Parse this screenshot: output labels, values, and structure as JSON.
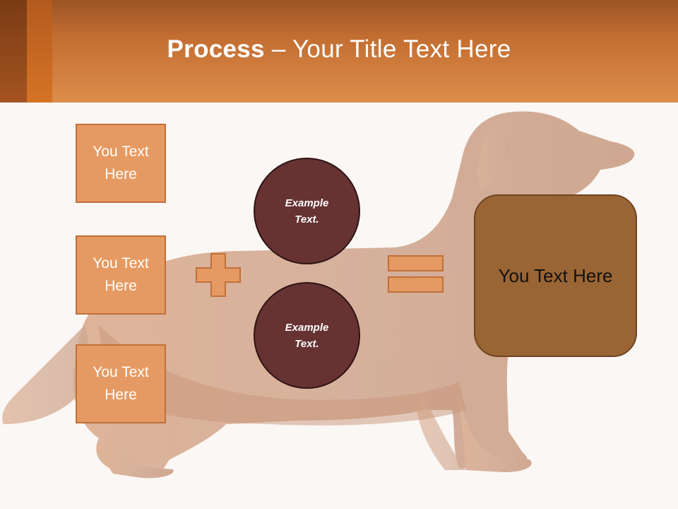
{
  "title": {
    "bold": "Process",
    "rest": " – Your Title Text Here"
  },
  "inputs": [
    {
      "text": "You Text Here"
    },
    {
      "text": "You Text Here"
    },
    {
      "text": "You Text Here"
    }
  ],
  "circles": [
    {
      "text": "Example Text."
    },
    {
      "text": "Example Text."
    }
  ],
  "result": {
    "text": "You Text Here"
  },
  "colors": {
    "header": "#d58444",
    "box_fill": "#e59a63",
    "circle_fill": "#663232",
    "result_fill": "#9a6534"
  }
}
